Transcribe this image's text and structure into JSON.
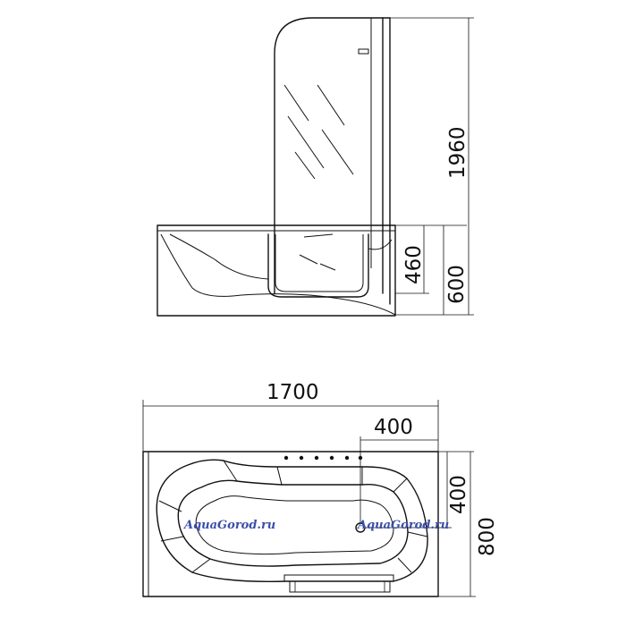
{
  "watermark": "AquaGorod.ru",
  "dimensions": {
    "total_height": "1960",
    "tub_depth_inner": "460",
    "tub_height": "600",
    "length": "1700",
    "door_offset": "400",
    "door_depth": "400",
    "width": "800"
  }
}
